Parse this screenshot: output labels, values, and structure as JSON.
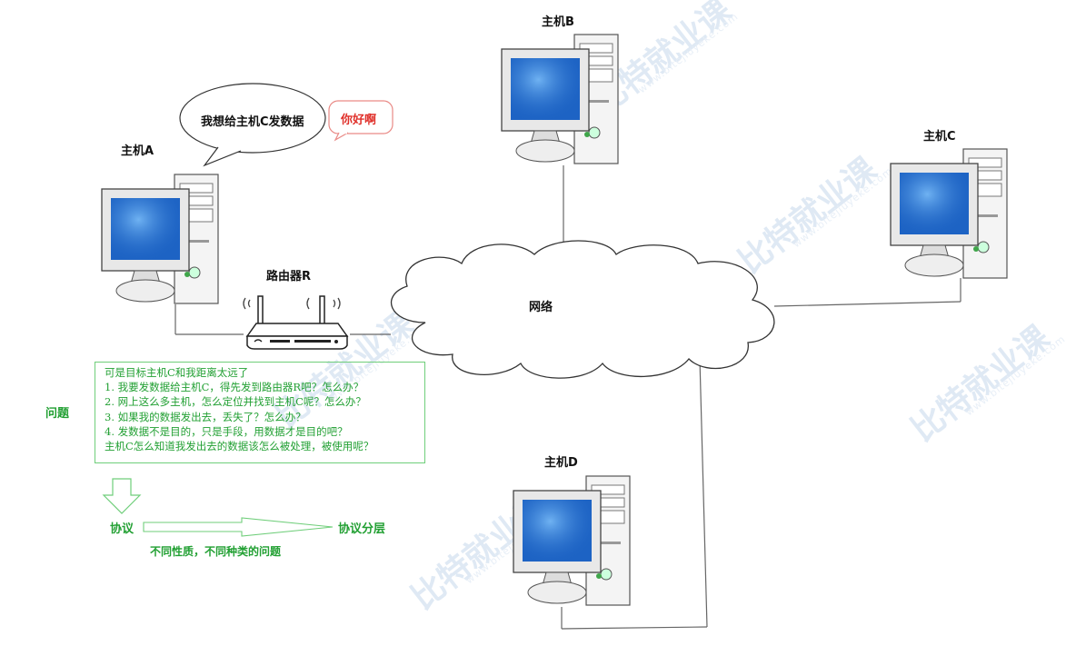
{
  "hosts": {
    "a": "主机A",
    "b": "主机B",
    "c": "主机C",
    "d": "主机D"
  },
  "router_label": "路由器R",
  "network_label": "网络",
  "speech_bubble": "我想给主机C发数据",
  "hello_bubble": "你好啊",
  "question_label": "问题",
  "questions": {
    "intro": "可是目标主机C和我距离太远了",
    "items": [
      "1.  我要发数据给主机C，得先发到路由器R吧？怎么办？",
      "2.  网上这么多主机，怎么定位并找到主机C呢？怎么办？",
      "3.  如果我的数据发出去，丢失了？怎么办？",
      "4.  发数据不是目的，只是手段，用数据才是目的吧？",
      "     主机C怎么知道我发出去的数据该怎么被处理，被使用呢？"
    ]
  },
  "protocol_label": "协议",
  "protocol_layer_label": "协议分层",
  "problem_note": "不同性质，不同种类的问题",
  "watermark": {
    "cn": "比特就业课",
    "en": "www.bitejiuyeke.com"
  },
  "colors": {
    "accent_green": "#22a033",
    "bubble_red": "#e0302a",
    "screen_blue": "#1d63c4"
  }
}
